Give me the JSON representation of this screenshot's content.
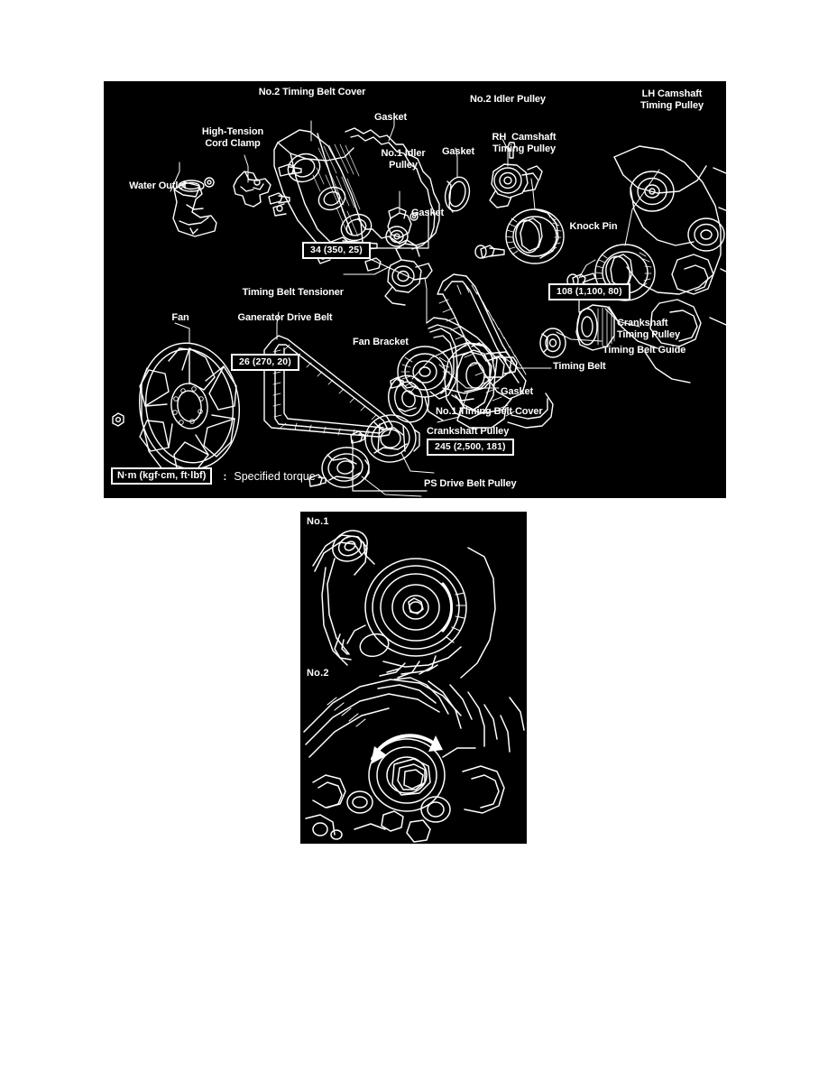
{
  "figure": {
    "exploded_view": {
      "labels": [
        {
          "id": "water-outlet",
          "text": "Water Outlet"
        },
        {
          "id": "high-tension-cord-clamp",
          "text": "High-Tension\nCord Clamp"
        },
        {
          "id": "no2-timing-belt-cover",
          "text": "No.2 Timing Belt Cover"
        },
        {
          "id": "gasket-cover",
          "text": "Gasket"
        },
        {
          "id": "no1-idler-pulley",
          "text": "No.1 Idler\nPulley"
        },
        {
          "id": "gasket-idler",
          "text": "Gasket"
        },
        {
          "id": "no2-idler-pulley",
          "text": "No.2 Idler Pulley"
        },
        {
          "id": "gasket-waterpump",
          "text": "Gasket"
        },
        {
          "id": "rh-camshaft-timing-pulley",
          "text": "RH  Camshaft\nTiming Pulley"
        },
        {
          "id": "lh-camshaft-timing-pulley",
          "text": "LH Camshaft\nTiming Pulley"
        },
        {
          "id": "knock-pin",
          "text": "Knock Pin"
        },
        {
          "id": "timing-belt-tensioner",
          "text": "Timing Belt Tensioner"
        },
        {
          "id": "fan",
          "text": "Fan"
        },
        {
          "id": "generator-drive-belt",
          "text": "Ganerator Drive Belt"
        },
        {
          "id": "fan-bracket",
          "text": "Fan Bracket"
        },
        {
          "id": "crankshaft-timing-pulley",
          "text": "Crankshaft\nTiming Pulley"
        },
        {
          "id": "timing-belt-guide",
          "text": "Timing Belt Guide"
        },
        {
          "id": "timing-belt",
          "text": "Timing Belt"
        },
        {
          "id": "gasket-no1-cover",
          "text": "Gasket"
        },
        {
          "id": "no1-timing-belt-cover",
          "text": "No.1 Timing Belt Cover"
        },
        {
          "id": "crankshaft-pulley",
          "text": "Crankshaft Pulley"
        },
        {
          "id": "ps-drive-belt-pulley",
          "text": "PS Drive Belt Pulley"
        }
      ],
      "torque_specs": [
        {
          "id": "torque-34",
          "value": "34 (350, 25)"
        },
        {
          "id": "torque-26",
          "value": "26 (270, 20)"
        },
        {
          "id": "torque-108",
          "value": "108 (1,100, 80)"
        },
        {
          "id": "torque-245",
          "value": "245 (2,500, 181)"
        }
      ],
      "legend": {
        "units": "N·m (kgf·cm, ft·lbf)",
        "separator": ":",
        "description": "Specified torque"
      }
    },
    "photo_panel": {
      "steps": [
        {
          "id": "photo-step-1",
          "text": "No.1"
        },
        {
          "id": "photo-step-2",
          "text": "No.2"
        }
      ]
    }
  },
  "colors": {
    "panel_background": "#000000",
    "line_art": "#ffffff",
    "page_background": "#ffffff"
  }
}
